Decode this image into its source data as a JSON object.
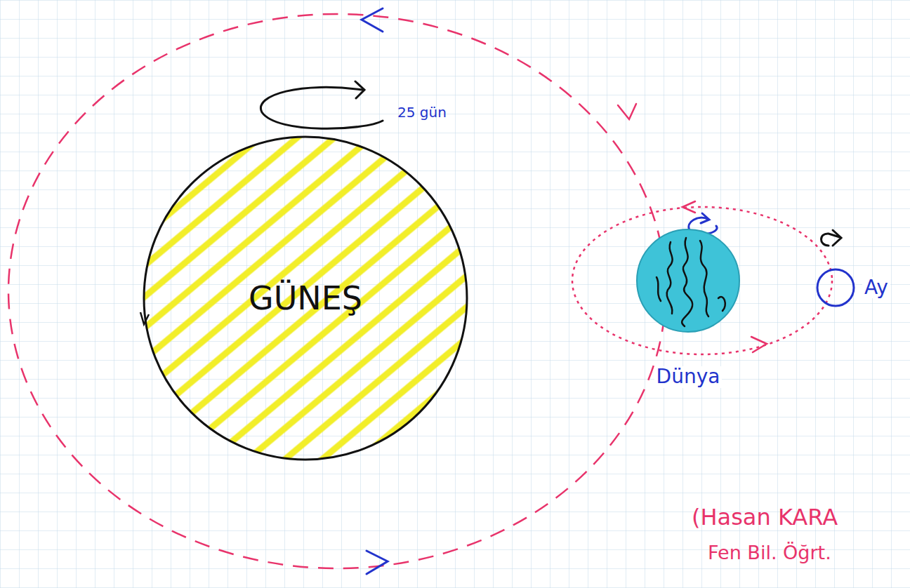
{
  "diagram": {
    "nodes": [
      {
        "text": [
          "GÜNEŞ"
        ]
      },
      {
        "text": [
          "Dünya"
        ]
      },
      {
        "text": [
          "Ay"
        ]
      }
    ],
    "labels": [
      "25 gün",
      "(Hasan KARA",
      "Fen Bil. Öğrt."
    ]
  }
}
